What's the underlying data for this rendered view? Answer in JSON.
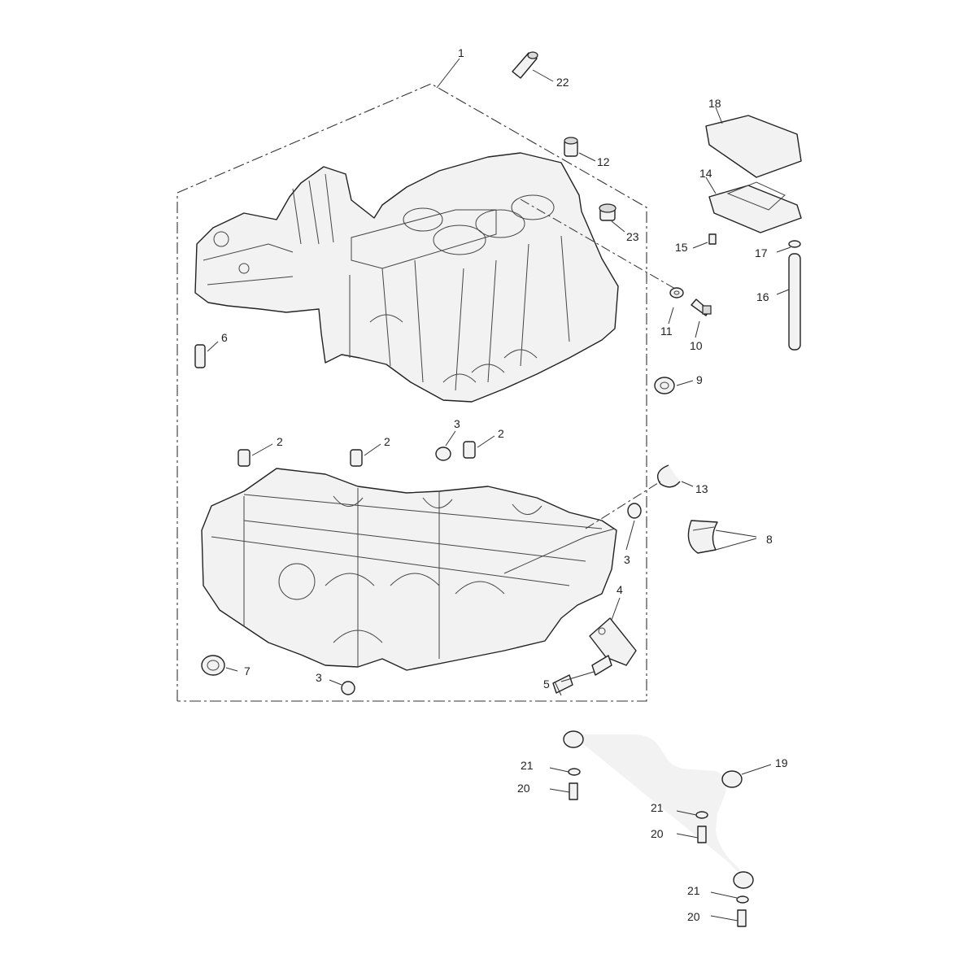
{
  "callouts": [
    {
      "id": "c1",
      "text": "1"
    },
    {
      "id": "c22",
      "text": "22"
    },
    {
      "id": "c18",
      "text": "18"
    },
    {
      "id": "c14",
      "text": "14"
    },
    {
      "id": "c12",
      "text": "12"
    },
    {
      "id": "c23",
      "text": "23"
    },
    {
      "id": "c15",
      "text": "15"
    },
    {
      "id": "c17",
      "text": "17"
    },
    {
      "id": "c16",
      "text": "16"
    },
    {
      "id": "c11",
      "text": "11"
    },
    {
      "id": "c10",
      "text": "10"
    },
    {
      "id": "c6",
      "text": "6"
    },
    {
      "id": "c9",
      "text": "9"
    },
    {
      "id": "c2a",
      "text": "2"
    },
    {
      "id": "c2b",
      "text": "2"
    },
    {
      "id": "c3a",
      "text": "3"
    },
    {
      "id": "c2c",
      "text": "2"
    },
    {
      "id": "c13",
      "text": "13"
    },
    {
      "id": "c8",
      "text": "8"
    },
    {
      "id": "c3b",
      "text": "3"
    },
    {
      "id": "c4",
      "text": "4"
    },
    {
      "id": "c7",
      "text": "7"
    },
    {
      "id": "c3c",
      "text": "3"
    },
    {
      "id": "c5",
      "text": "5"
    },
    {
      "id": "c19",
      "text": "19"
    },
    {
      "id": "c21a",
      "text": "21"
    },
    {
      "id": "c20a",
      "text": "20"
    },
    {
      "id": "c21b",
      "text": "21"
    },
    {
      "id": "c20b",
      "text": "20"
    },
    {
      "id": "c21c",
      "text": "21"
    },
    {
      "id": "c20c",
      "text": "20"
    }
  ],
  "parts": {
    "upper_crankcase": "upper-crankcase",
    "lower_crankcase": "lower-crankcase",
    "oil_pipe": "oil-pipe",
    "breather_cover": "breather-cover",
    "breather_gasket": "breather-gasket"
  }
}
